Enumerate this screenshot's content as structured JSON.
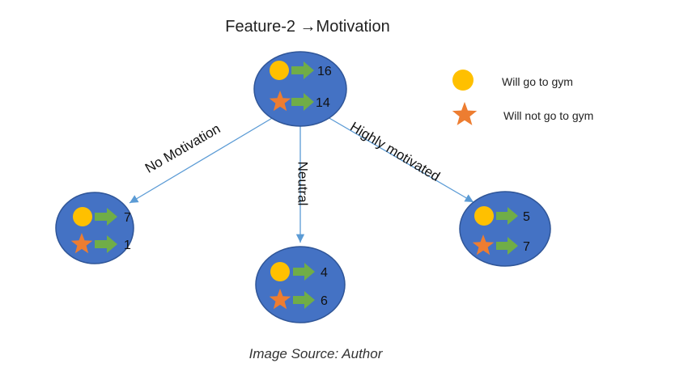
{
  "title": "Feature-2 →Motivation",
  "caption": "Image Source: Author",
  "legend": {
    "items": [
      {
        "icon": "circle-icon",
        "color": "#FFC000",
        "label": "Will go to gym"
      },
      {
        "icon": "star-icon",
        "color": "#ED7D31",
        "label": "Will not go to gym"
      }
    ]
  },
  "colors": {
    "node_fill": "#4472C4",
    "node_stroke": "#2F5597",
    "arrow": "#70AD47",
    "edge": "#5B9BD5"
  },
  "nodes": {
    "root": {
      "go": "16",
      "not_go": "14"
    },
    "left": {
      "go": "7",
      "not_go": "1"
    },
    "middle": {
      "go": "4",
      "not_go": "6"
    },
    "right": {
      "go": "5",
      "not_go": "7"
    }
  },
  "edges": {
    "left_label": "No Motivation",
    "middle_label": "Neutral",
    "right_label": "Highly motivated"
  }
}
